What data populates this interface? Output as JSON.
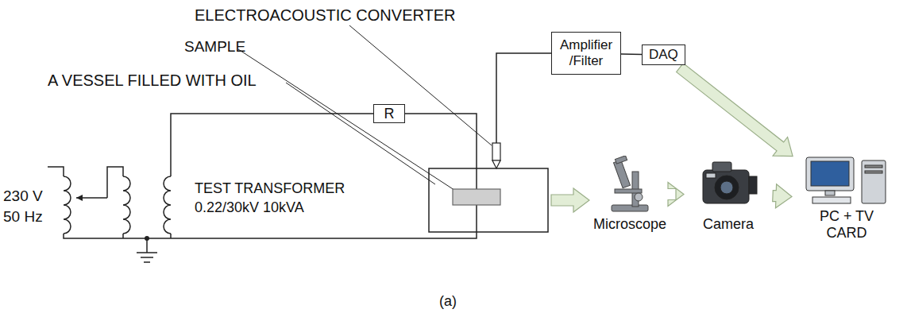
{
  "diagram": {
    "caption": "(a)",
    "nodes": [
      {
        "text": [
          "R"
        ]
      },
      {
        "text": [
          "Amplifier /Filter"
        ]
      },
      {
        "text": [
          "DAQ"
        ]
      },
      {
        "text": [
          "Microscope"
        ]
      },
      {
        "text": [
          "Camera"
        ]
      },
      {
        "text": [
          "PC + TV CARD"
        ]
      }
    ],
    "edges": [
      {
        "from": 1,
        "to": 2,
        "arrow": "none"
      },
      {
        "from": 3,
        "to": 4,
        "arrow": "to"
      },
      {
        "from": 4,
        "to": 5,
        "arrow": "to"
      },
      {
        "from": 2,
        "to": 5,
        "arrow": "to"
      }
    ],
    "labels": [
      "ELECTROACOUSTIC CONVERTER",
      "SAMPLE",
      "A VESSEL FILLED WITH OIL",
      "230 V",
      "50 Hz",
      "TEST TRANSFORMER",
      "0.22/30kV 10kVA"
    ]
  }
}
